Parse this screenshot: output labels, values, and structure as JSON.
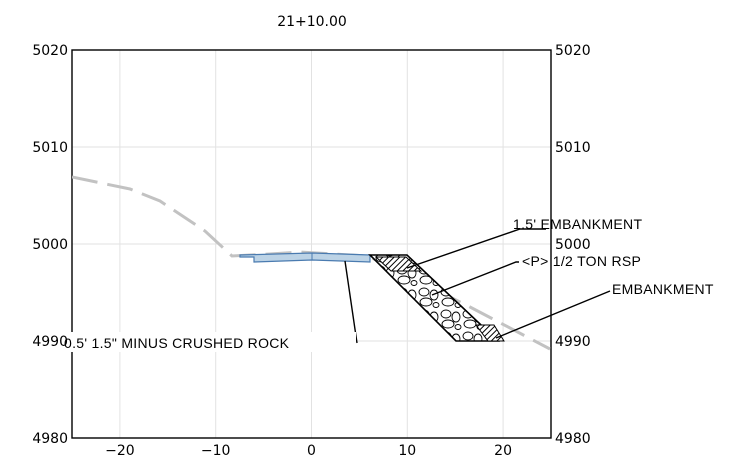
{
  "drawing": {
    "station": "21+10.00",
    "left_y_ticks": [
      "5020",
      "5010",
      "5000",
      "4990",
      "4980"
    ],
    "right_y_ticks": [
      "5020",
      "5010",
      "5000",
      "4990",
      "4980"
    ],
    "x_ticks": [
      "−20",
      "−10",
      "0",
      "10",
      "20"
    ],
    "x_tick_values": [
      -20,
      -10,
      0,
      10,
      20
    ],
    "y_tick_values": [
      5020,
      5010,
      5000,
      4990,
      4980
    ],
    "x_range": [
      -25,
      25
    ],
    "y_range": [
      4980,
      5020
    ],
    "grid": true
  },
  "annotations": {
    "embankment_15": "1.5' EMBANKMENT",
    "riprap": "<P>  1/2 TON RSP",
    "embankment": "EMBANKMENT",
    "crushed_rock": "0.5' 1.5\" MINUS CRUSHED ROCK"
  },
  "colors": {
    "existing_ground": "#c2c2c2",
    "aggregate_fill": "#bcd3e6",
    "aggregate_stroke": "#4a7bb0",
    "gridline": "#e2e2e2"
  }
}
